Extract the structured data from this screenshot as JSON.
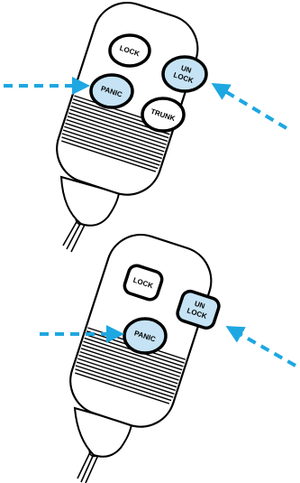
{
  "fobs": [
    {
      "buttons": {
        "lock": "LOCK",
        "unlock_line1": "UN",
        "unlock_line2": "LOCK",
        "panic": "PANIC",
        "trunk": "TRUNK"
      }
    },
    {
      "buttons": {
        "lock": "LOCK",
        "unlock_line1": "UN",
        "unlock_line2": "LOCK",
        "panic": "PANIC"
      }
    }
  ],
  "colors": {
    "highlight": "#c5e3f4",
    "arrow": "#1ea7e1",
    "outline": "#000000"
  }
}
